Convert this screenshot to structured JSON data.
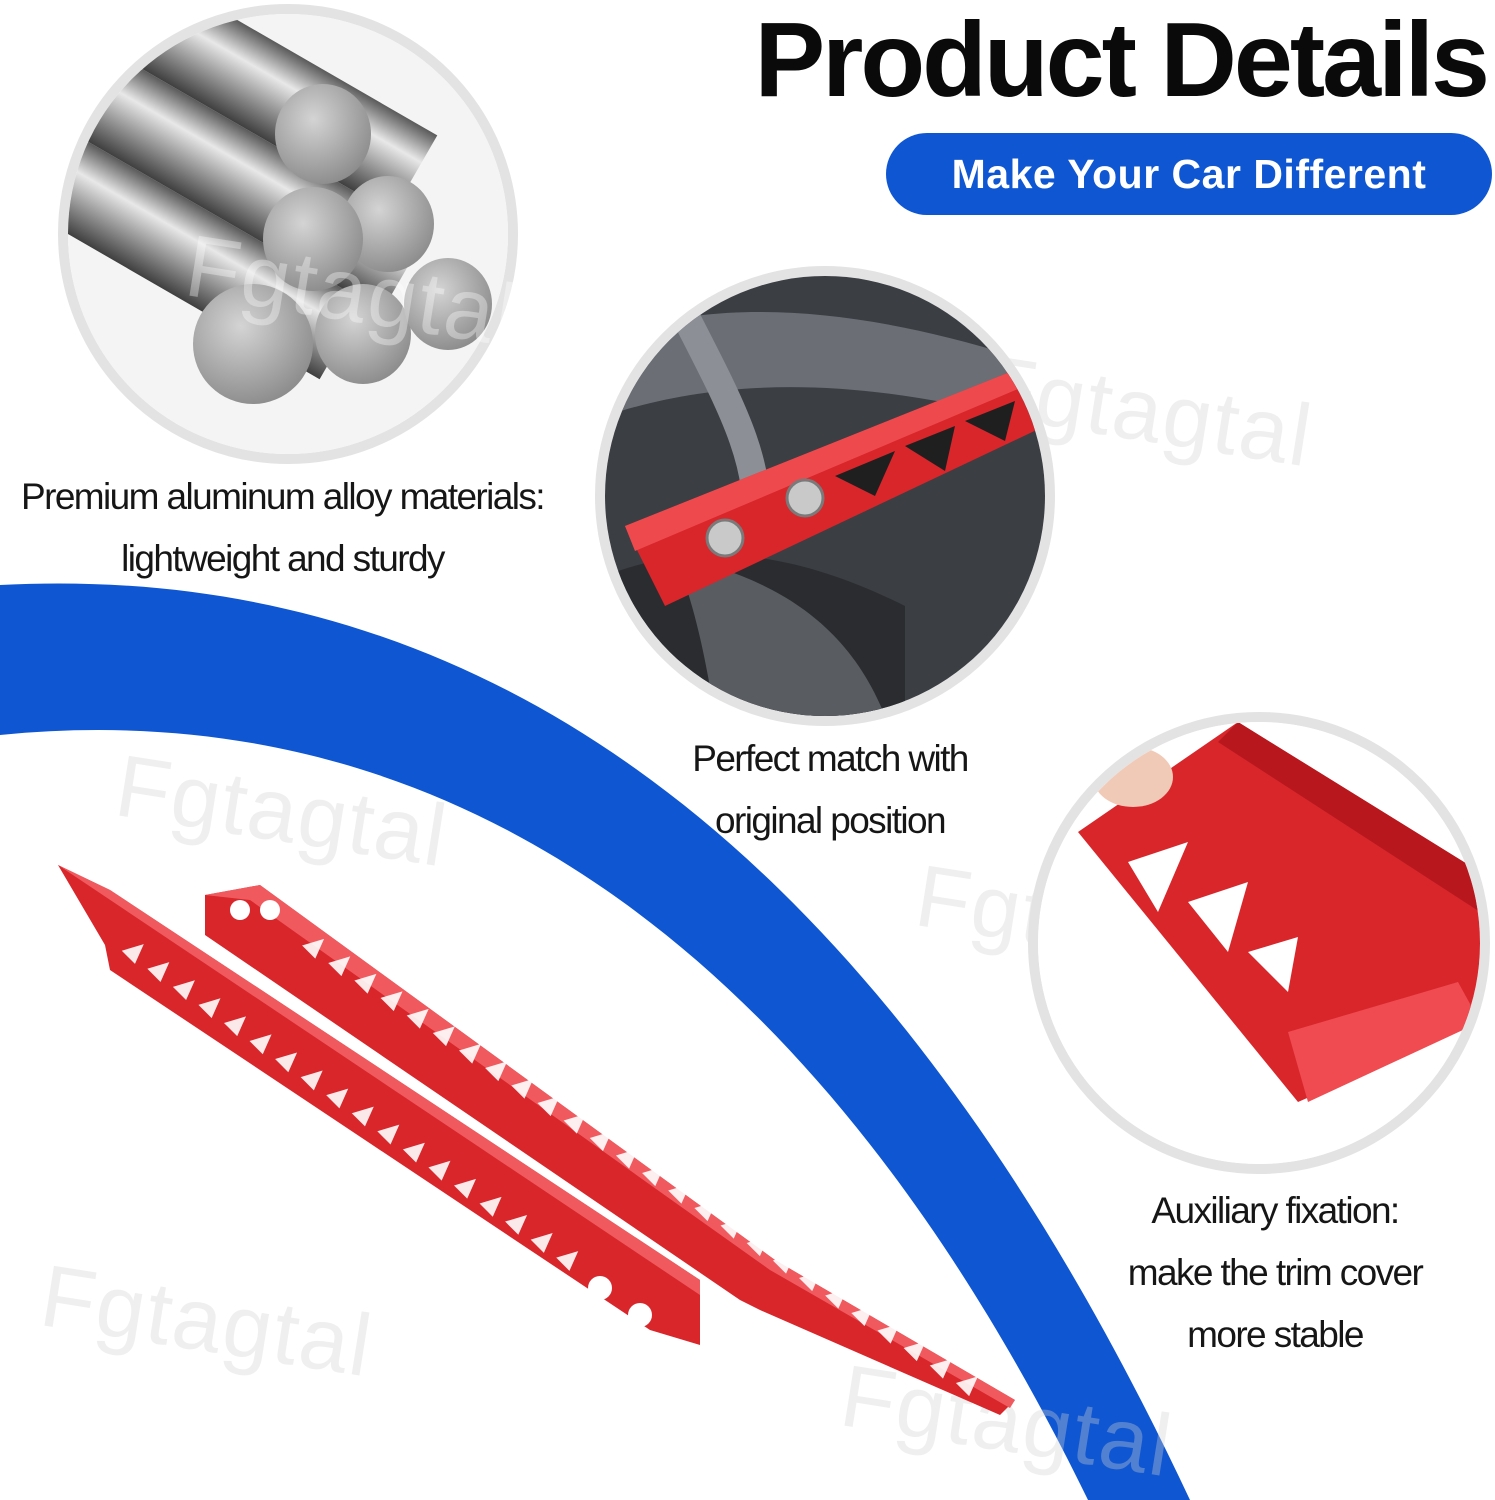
{
  "header": {
    "title": "Product Details",
    "subtitle_pill": "Make Your Car Different"
  },
  "features": [
    {
      "line1": "Premium aluminum alloy materials:",
      "line2": "lightweight and sturdy",
      "image_icon": "aluminum-bars-photo"
    },
    {
      "line1": "Perfect match with",
      "line2": "original position",
      "image_icon": "installed-bracket-photo"
    },
    {
      "line1": "Auxiliary fixation:",
      "line2": "make the trim cover",
      "line3": "more stable",
      "image_icon": "bracket-closeup-photo"
    }
  ],
  "watermark": "Fgtagtal",
  "colors": {
    "accent_blue": "#0f56d2",
    "product_red": "#d8262b",
    "title_text": "#0a0a0a",
    "circle_border": "#e3e3e3"
  }
}
